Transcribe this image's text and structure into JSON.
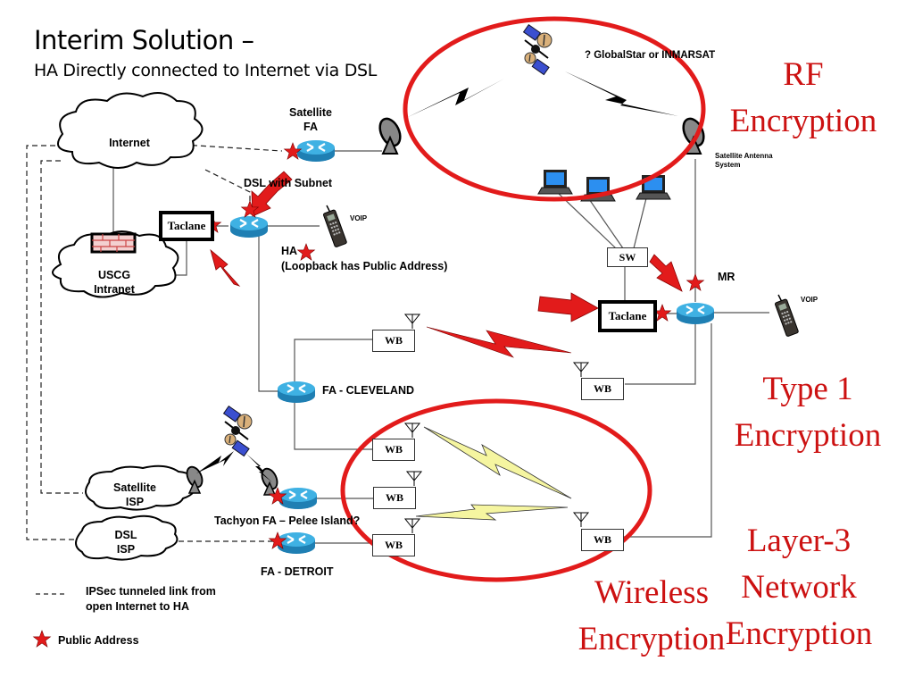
{
  "slide": {
    "title": "Interim Solution –",
    "subtitle": "HA Directly connected to Internet via DSL"
  },
  "clouds": {
    "internet": "Internet",
    "uscg_line1": "USCG",
    "uscg_line2": "Intranet",
    "sat_isp_line1": "Satellite",
    "sat_isp_line2": "ISP",
    "dsl_isp_line1": "DSL",
    "dsl_isp_line2": "ISP"
  },
  "labels": {
    "satellite_fa_line1": "Satellite",
    "satellite_fa_line2": "FA",
    "dsl_with_subnet": "DSL with Subnet",
    "ha": "HA",
    "ha_note": "(Loopback has Public Address)",
    "voip_left": "VOIP",
    "voip_right": "VOIP",
    "globalstar": "? GlobalStar or INMARSAT",
    "sat_antenna_line1": "Satellite Antenna",
    "sat_antenna_line2": "System",
    "mr": "MR",
    "fa_cleveland": "FA - CLEVELAND",
    "tachyon": "Tachyon FA – Pelee Island?",
    "fa_detroit": "FA - DETROIT"
  },
  "boxes": {
    "taclane_left": "Taclane",
    "taclane_right": "Taclane",
    "sw": "SW",
    "wb": "WB"
  },
  "annotations": {
    "rf_line1": "RF",
    "rf_line2": "Encryption",
    "type1_line1": "Type 1",
    "type1_line2": "Encryption",
    "layer3_line1": "Layer-3",
    "layer3_line2": "Network",
    "layer3_line3": "Encryption",
    "wireless_line1": "Wireless",
    "wireless_line2": "Encryption"
  },
  "legend": {
    "dashed_symbol": "- - - -",
    "ipsec_line1": "IPSec tunneled link from",
    "ipsec_line2": "open Internet to HA",
    "public_address": "Public Address"
  },
  "colors": {
    "annotation_red": "#cc1111",
    "router_blue": "#2a9fd6",
    "wireless_red_bolt": "#e02020",
    "wireless_yellow_bolt": "#f5f5a0"
  }
}
